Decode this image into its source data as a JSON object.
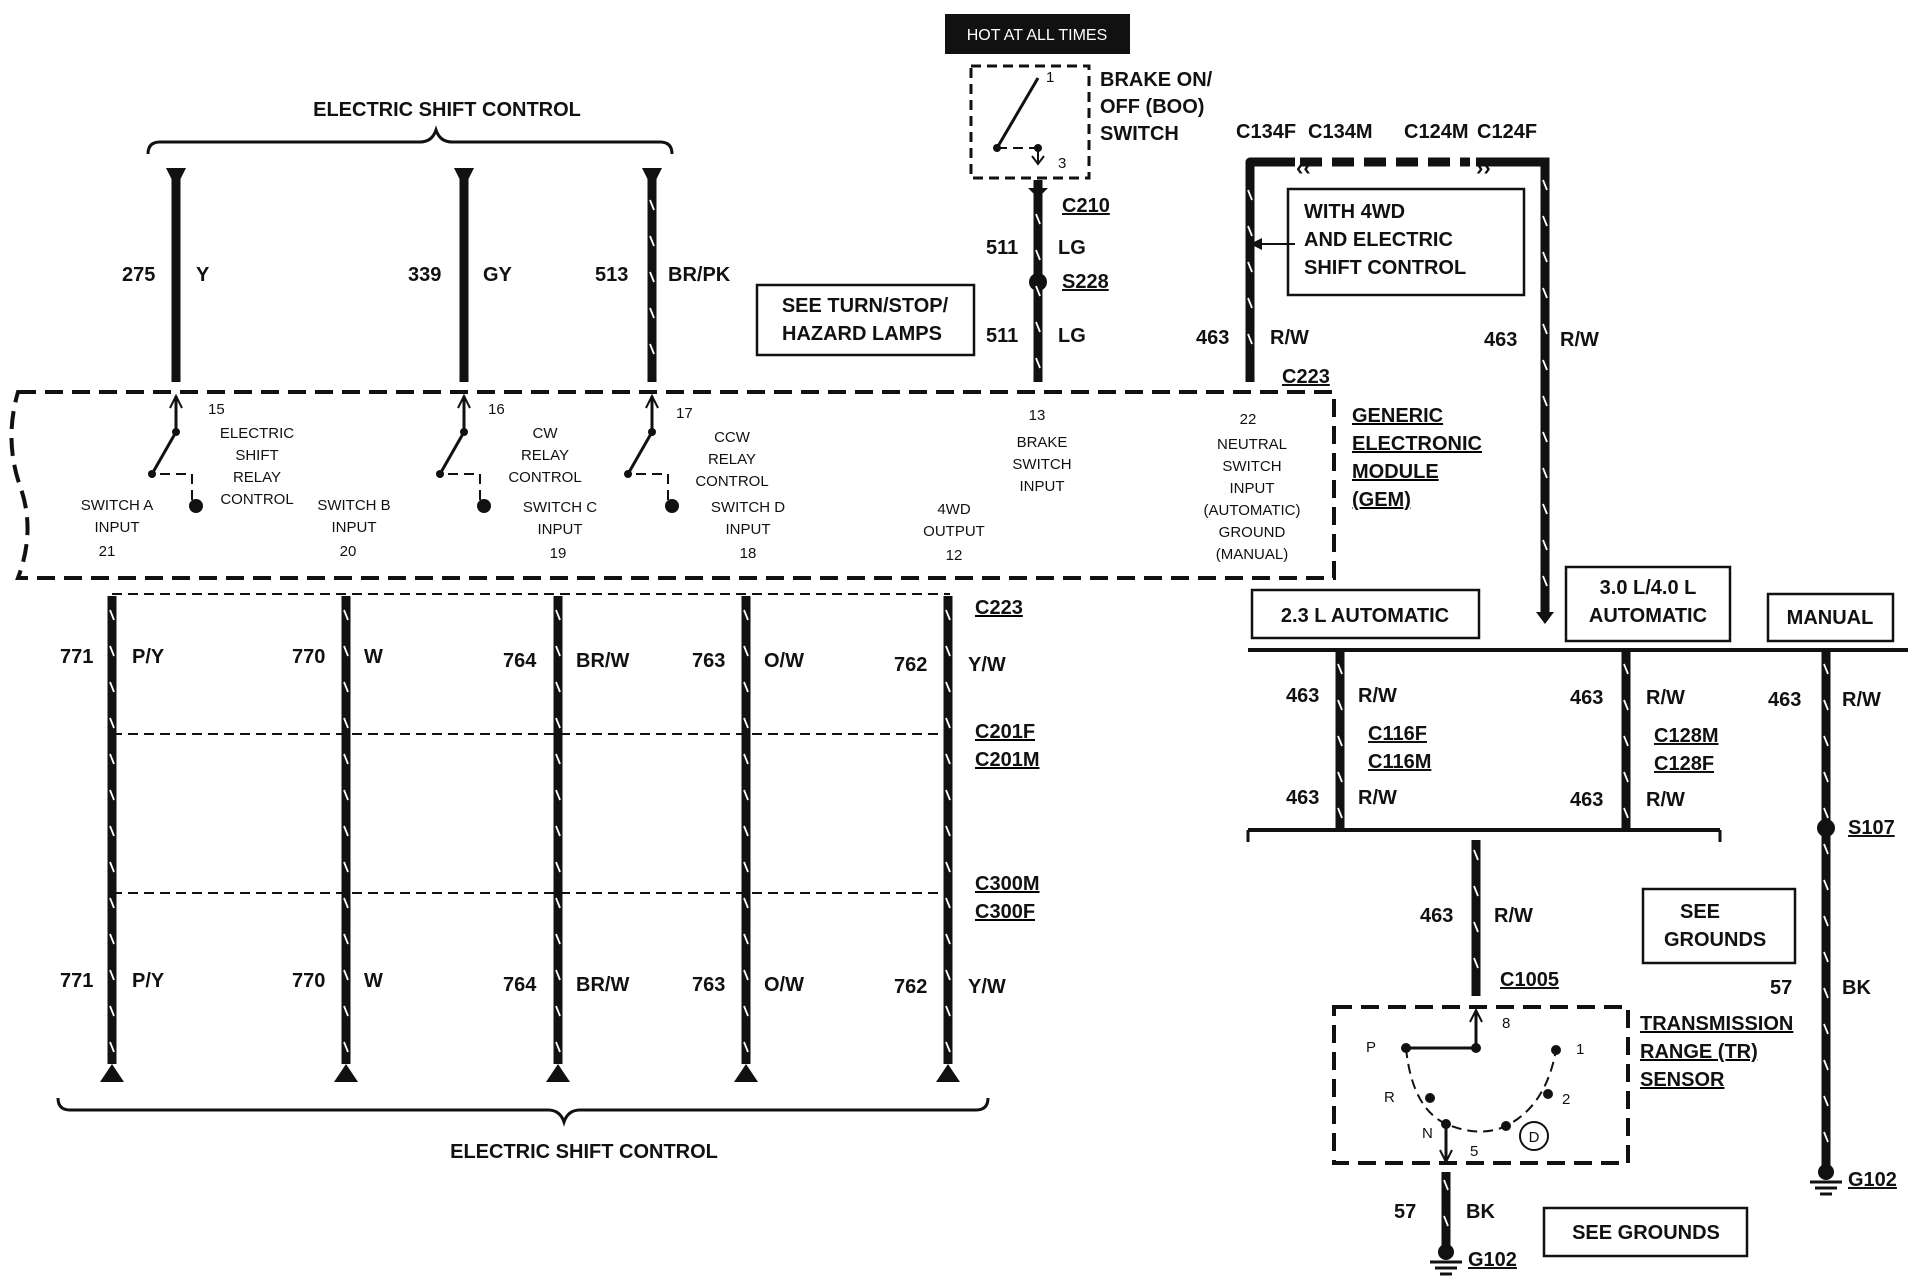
{
  "hot_label": "HOT AT ALL TIMES",
  "boo_switch": {
    "line1": "BRAKE ON/",
    "line2": "OFF (BOO)",
    "line3": "SWITCH",
    "pin_top": "1",
    "pin_bottom": "3"
  },
  "esc_top_label": "ELECTRIC SHIFT CONTROL",
  "esc_bottom_label": "ELECTRIC SHIFT CONTROL",
  "top_wires": [
    {
      "circuit": "275",
      "color": "Y"
    },
    {
      "circuit": "339",
      "color": "GY"
    },
    {
      "circuit": "513",
      "color": "BR/PK"
    }
  ],
  "brake_wire": {
    "connector": "C210",
    "splice": "S228",
    "circuit_upper": "511",
    "color_upper": "LG",
    "circuit_lower": "511",
    "color_lower": "LG"
  },
  "see_turn": {
    "line1": "SEE TURN/STOP/",
    "line2": "HAZARD LAMPS"
  },
  "connectors_top": {
    "c134f": "C134F",
    "c134m": "C134M",
    "c124m": "C124M",
    "c124f": "C124F",
    "c223": "C223"
  },
  "with_4wd": {
    "line1": "WITH 4WD",
    "line2": "AND ELECTRIC",
    "line3": "SHIFT CONTROL"
  },
  "neutral_wire_left": {
    "circuit": "463",
    "color": "R/W"
  },
  "neutral_wire_right": {
    "circuit": "463",
    "color": "R/W"
  },
  "gem": {
    "title1": "GENERIC",
    "title2": "ELECTRONIC",
    "title3": "MODULE",
    "title4": "(GEM)",
    "pin15": "15",
    "pin16": "16",
    "pin17": "17",
    "relay1": [
      "ELECTRIC",
      "SHIFT",
      "RELAY",
      "CONTROL"
    ],
    "relay2": [
      "CW",
      "RELAY",
      "CONTROL"
    ],
    "relay3": [
      "CCW",
      "RELAY",
      "CONTROL"
    ],
    "brake_input": [
      "13",
      "BRAKE",
      "SWITCH",
      "INPUT"
    ],
    "neutral_input": [
      "22",
      "NEUTRAL",
      "SWITCH",
      "INPUT",
      "(AUTOMATIC)",
      "GROUND",
      "(MANUAL)"
    ],
    "inputs": [
      {
        "l1": "SWITCH  A",
        "l2": "INPUT",
        "pin": "21"
      },
      {
        "l1": "SWITCH  B",
        "l2": "INPUT",
        "pin": "20"
      },
      {
        "l1": "SWITCH  C",
        "l2": "INPUT",
        "pin": "19"
      },
      {
        "l1": "SWITCH  D",
        "l2": "INPUT",
        "pin": "18"
      },
      {
        "l1": "4WD",
        "l2": "OUTPUT",
        "pin": "12"
      }
    ]
  },
  "bottom_wires": [
    {
      "circuit": "771",
      "color": "P/Y"
    },
    {
      "circuit": "770",
      "color": "W"
    },
    {
      "circuit": "764",
      "color": "BR/W"
    },
    {
      "circuit": "763",
      "color": "O/W"
    },
    {
      "circuit": "762",
      "color": "Y/W"
    }
  ],
  "bottom_connectors": {
    "c223": "C223",
    "c201f": "C201F",
    "c201m": "C201M",
    "c300m": "C300M",
    "c300f": "C300F"
  },
  "variants": {
    "auto23": "2.3 L AUTOMATIC",
    "auto30_l1": "3.0 L/4.0 L",
    "auto30_l2": "AUTOMATIC",
    "manual": "MANUAL"
  },
  "variant_wires": {
    "left": {
      "circuit_top": "463",
      "color_top": "R/W",
      "conn1": "C116F",
      "conn2": "C116M",
      "circuit_bot": "463",
      "color_bot": "R/W"
    },
    "mid": {
      "circuit_top": "463",
      "color_top": "R/W",
      "conn1": "C128M",
      "conn2": "C128F",
      "circuit_bot": "463",
      "color_bot": "R/W"
    },
    "manual": {
      "circuit": "463",
      "color": "R/W",
      "splice": "S107",
      "circuit_gnd": "57",
      "color_gnd": "BK",
      "ground": "G102"
    }
  },
  "see_grounds_1": {
    "line1": "SEE",
    "line2": "GROUNDS"
  },
  "see_grounds_2": "SEE  GROUNDS",
  "tr_wire": {
    "circuit": "463",
    "color": "R/W",
    "connector": "C1005"
  },
  "tr_sensor": {
    "line1": "TRANSMISSION",
    "line2": "RANGE (TR)",
    "line3": "SENSOR",
    "pin8": "8",
    "pin5": "5",
    "p": "P",
    "r": "R",
    "n": "N",
    "one": "1",
    "two": "2",
    "d": "D"
  },
  "tr_ground": {
    "circuit": "57",
    "color": "BK",
    "ground": "G102"
  }
}
